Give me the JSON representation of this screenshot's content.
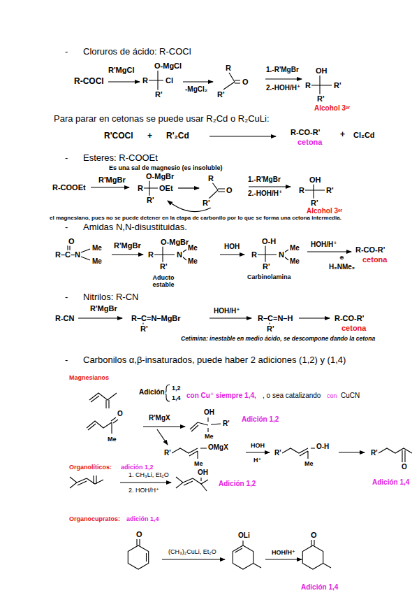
{
  "diagram": {
    "labels": [
      "-",
      "Cloruros de ácido: R-COCl",
      "R-COCl",
      "R'MgCl",
      "O-MgCl",
      "R",
      "Cl",
      "R'",
      "-MgCl₂",
      "R",
      "R'",
      "O",
      "1.-R'MgBr",
      "2.-HOH/H⁺",
      "OH",
      "R",
      "R'",
      "R'",
      "Alcohol 3ᵉʳ",
      "Para parar en cetonas se puede usar R₂Cd o R₂CuLi:",
      "R'COCl",
      "+",
      "R'₂Cd",
      "R-CO-R'",
      "cetona",
      "+",
      "Cl₂Cd",
      "-",
      "Esteres: R-COOEt",
      "Es una sal de magnesio (es insoluble)",
      "R-COOEt",
      "R'MgBr",
      "O-MgBr",
      "R",
      "OEt",
      "R'",
      "R",
      "O",
      "R'",
      "1.-R'MgBr",
      "2.-HOH/H⁺",
      "OH",
      "R",
      "R'",
      "R'",
      "Alcohol 3ᵉʳ",
      "el magnesiano, pues no se puede detener en la etapa de carbonilo por lo que se forma una cetona intermedia.",
      "-",
      "Amidas N,N-disustituidas.",
      "O",
      "R–C–N",
      "Me",
      "Me",
      "R'MgBr",
      "O-MgBr",
      "R",
      "N",
      "Me",
      "Me",
      "R'",
      "Aducto estable",
      "HOH",
      "O-H",
      "R",
      "N",
      "Me",
      "Me",
      "R'",
      "Carbinolamina",
      "HOH/H⁺",
      "R-CO-R'",
      "cetona",
      "⊕",
      "H₂NMe₂",
      "-",
      "Nitrilos: R-CN",
      "R-CN",
      "R'MgBr",
      "R–C=N–MgBr",
      "R'",
      "HOH/H⁺",
      "R–C=N–H",
      "R'",
      "R-CO-R'",
      "cetona",
      "Cetimina: inestable en medio ácido, se descompone dando la cetona",
      "-",
      "Carbonilos α,β-insaturados, puede haber 2 adiciones (1,2) y (1,4)",
      "Magnesianos",
      "Adición",
      "1,2",
      "1,4",
      "con Cu⁺ siempre 1,4,",
      ", o sea catalizando",
      "con",
      "CuCN",
      "O",
      "Me",
      "R'MgX",
      "OH",
      "R'",
      "Me",
      "Adición 1,2",
      "R'",
      "OMgX",
      "Me",
      "HOH",
      "H⁺",
      "R'",
      "O-H",
      "Me",
      "R'",
      "O",
      "Adición 1,4",
      "Organolíticos:",
      "adición 1,2",
      "1. CH₃Li, Et₂O",
      "2. HOH/H⁺",
      "OH",
      "Adición 1,2",
      "Organocupratos:",
      "adición 1,4",
      "O",
      "(CH₃)₂CuLi, Et₂O",
      "OLi",
      "HOH/H⁺",
      "O",
      "Adición 1,4"
    ]
  }
}
